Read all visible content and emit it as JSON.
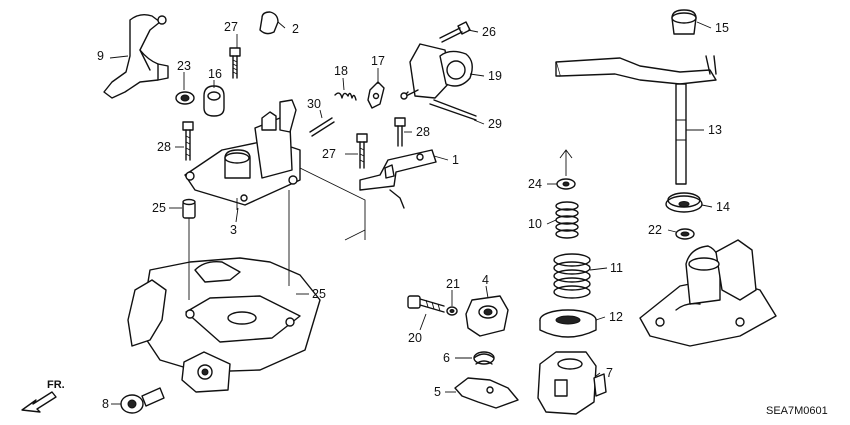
{
  "diagram": {
    "reference_code": "SEA7M0601",
    "direction_label": "FR.",
    "callouts": {
      "c1": "1",
      "c2": "2",
      "c3": "3",
      "c4": "4",
      "c5": "5",
      "c6": "6",
      "c7": "7",
      "c8": "8",
      "c9": "9",
      "c10": "10",
      "c11": "11",
      "c12": "12",
      "c13": "13",
      "c14": "14",
      "c15": "15",
      "c16": "16",
      "c17": "17",
      "c18": "18",
      "c19": "19",
      "c20": "20",
      "c21": "21",
      "c22": "22",
      "c23": "23",
      "c24": "24",
      "c25a": "25",
      "c25b": "25",
      "c26": "26",
      "c27a": "27",
      "c27b": "27",
      "c28a": "28",
      "c28b": "28",
      "c29": "29",
      "c30": "30"
    }
  }
}
